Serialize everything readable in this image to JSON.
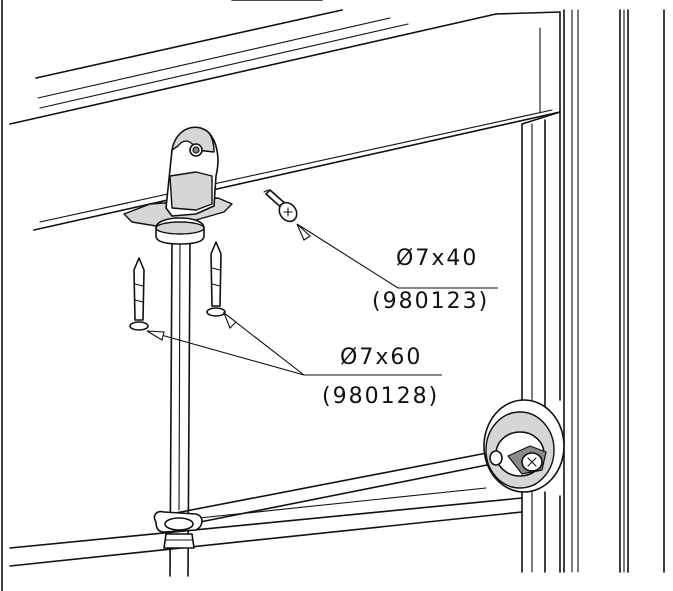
{
  "callouts": [
    {
      "size": "Ø7x40",
      "part_number": "(980123)"
    },
    {
      "size": "Ø7x60",
      "part_number": "(980128)"
    }
  ]
}
